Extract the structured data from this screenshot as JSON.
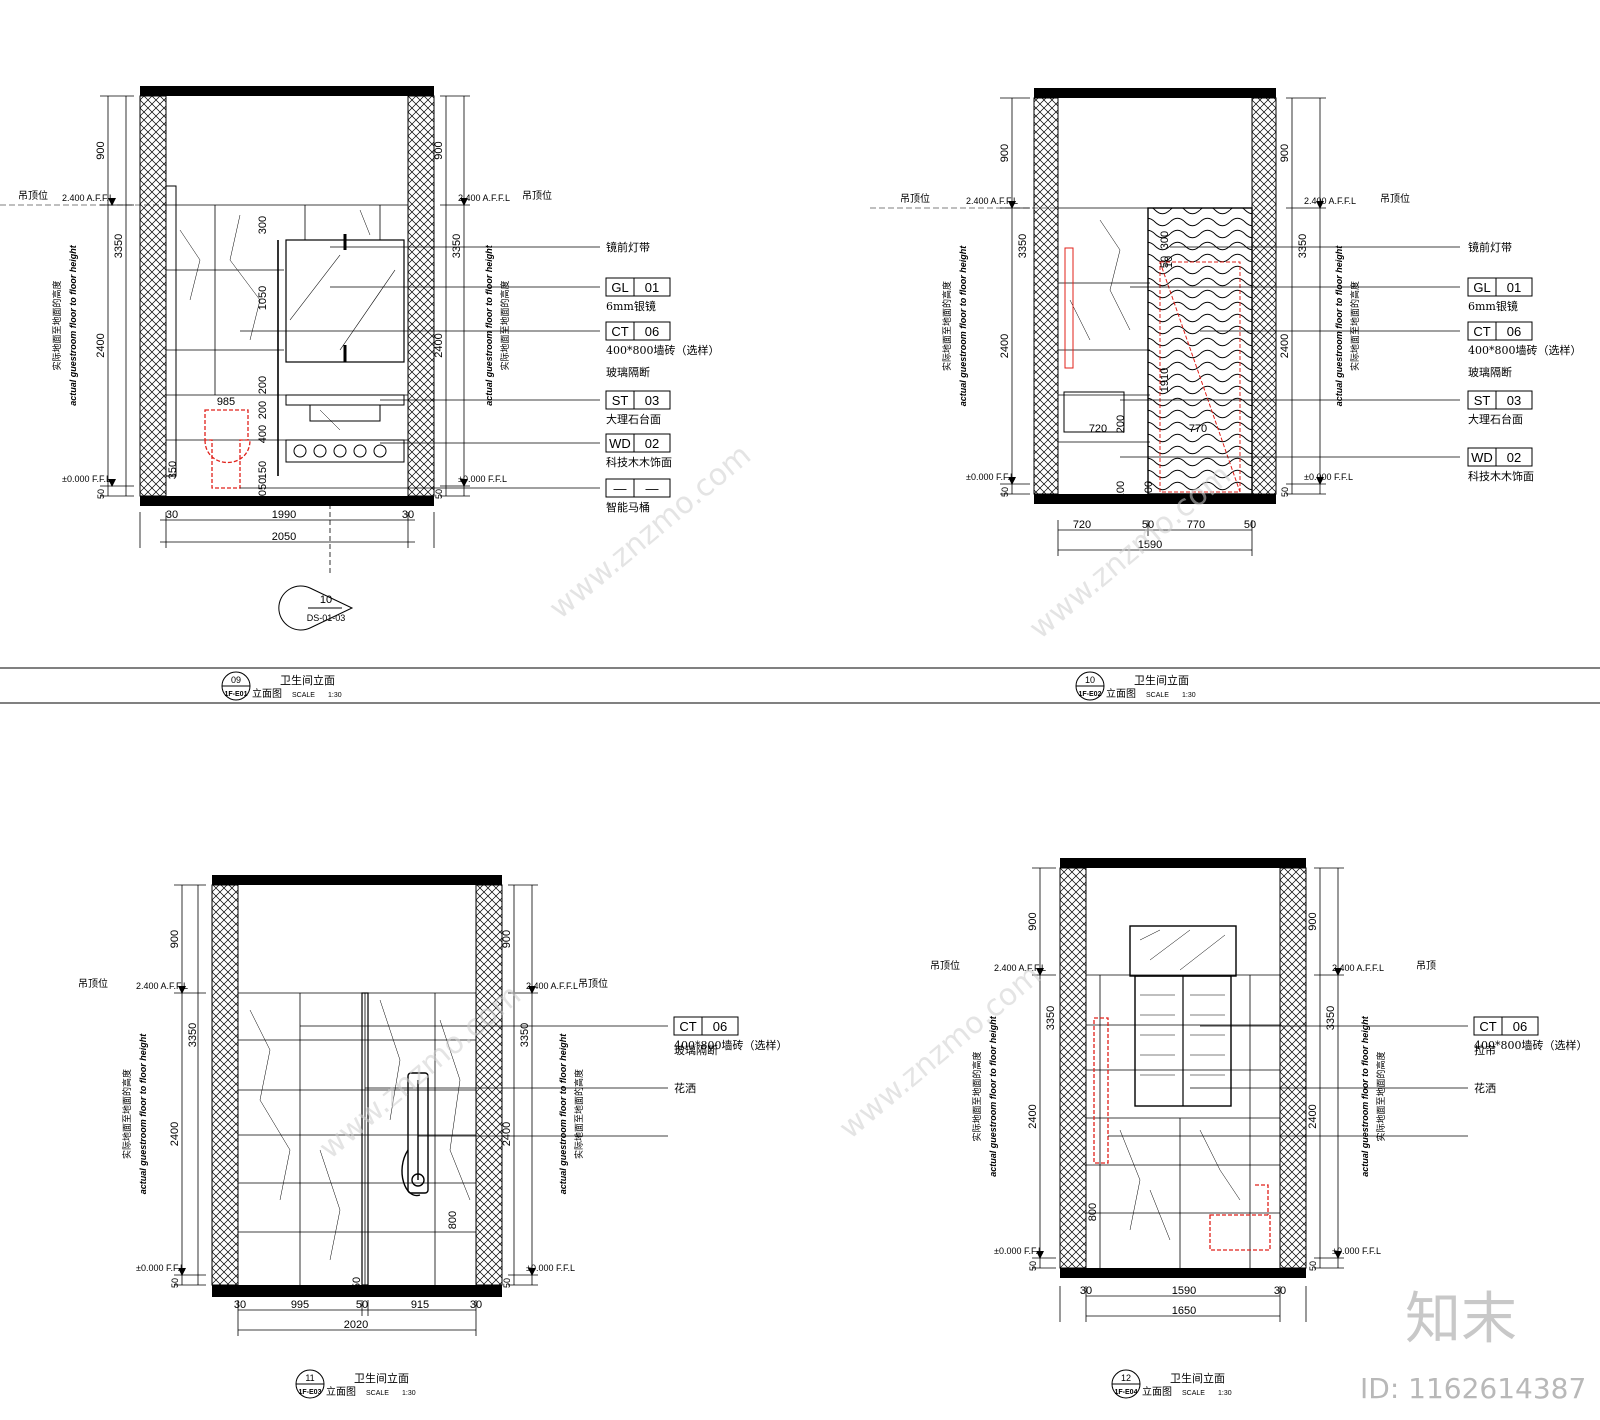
{
  "watermark": {
    "logo": "知末",
    "id_text": "ID: 1162614387",
    "tile_text": "www.znzmo.com"
  },
  "common": {
    "ceiling_level": "2.400 A.F.F.L",
    "floor_level": "±0.000 F.F.L",
    "vertical_label_cn": "实际地面至地面的高度",
    "vertical_label_en": "actual guestroom floor to floor height",
    "view_title": "卫生间立面",
    "view_subtitle": "立面图",
    "scale_label": "SCALE",
    "scale_value": "1:30"
  },
  "views": [
    {
      "number": "09",
      "sheet": "1F-E01",
      "ceiling_note": "吊顶位",
      "dims_left": [
        "900",
        "3350",
        "2400",
        "50"
      ],
      "dims_right": [
        "900",
        "3350",
        "2400",
        "50"
      ],
      "bottom_dims": [
        "30",
        "1990",
        "30",
        "2050"
      ],
      "inner_dims": [
        "985",
        "1050",
        "200",
        "200",
        "400",
        "350",
        "150",
        "2050",
        "300"
      ],
      "callouts": [
        {
          "code": "",
          "num": "",
          "desc": "镜前灯带"
        },
        {
          "code": "GL",
          "num": "01",
          "desc": "6mm银镜"
        },
        {
          "code": "CT",
          "num": "06",
          "desc": "400*800墙砖（选样）"
        },
        {
          "code": "",
          "num": "",
          "desc": "玻璃隔断"
        },
        {
          "code": "ST",
          "num": "03",
          "desc": "大理石台面"
        },
        {
          "code": "WD",
          "num": "02",
          "desc": "科技木木饰面"
        },
        {
          "code": "—",
          "num": "—",
          "desc": "智能马桶"
        }
      ],
      "section_mark": {
        "num": "10",
        "sheet": "DS-01-03"
      }
    },
    {
      "number": "10",
      "sheet": "1F-E02",
      "ceiling_note": "吊顶位",
      "dims_left": [
        "900",
        "3350",
        "2400",
        "50"
      ],
      "dims_right": [
        "900",
        "3350",
        "2400",
        "50"
      ],
      "bottom_dims": [
        "720",
        "50",
        "770",
        "50",
        "1590"
      ],
      "inner_dims": [
        "300",
        "50",
        "10",
        "1910",
        "720",
        "200",
        "770",
        "100",
        "100"
      ],
      "callouts": [
        {
          "code": "",
          "num": "",
          "desc": "镜前灯带"
        },
        {
          "code": "GL",
          "num": "01",
          "desc": "6mm银镜"
        },
        {
          "code": "CT",
          "num": "06",
          "desc": "400*800墙砖（选样）"
        },
        {
          "code": "",
          "num": "",
          "desc": "玻璃隔断"
        },
        {
          "code": "ST",
          "num": "03",
          "desc": "大理石台面"
        },
        {
          "code": "WD",
          "num": "02",
          "desc": "科技木木饰面"
        }
      ]
    },
    {
      "number": "11",
      "sheet": "1F-E03",
      "ceiling_note": "吊顶位",
      "dims_left": [
        "900",
        "3350",
        "2400",
        "50"
      ],
      "dims_right": [
        "900",
        "3350",
        "2400",
        "50"
      ],
      "bottom_dims": [
        "30",
        "995",
        "50",
        "915",
        "30",
        "2020"
      ],
      "inner_dims": [
        "800",
        "50"
      ],
      "callouts": [
        {
          "code": "CT",
          "num": "06",
          "desc": "400*800墙砖（选样）"
        },
        {
          "code": "",
          "num": "",
          "desc": "玻璃隔断"
        },
        {
          "code": "",
          "num": "",
          "desc": "花洒"
        }
      ]
    },
    {
      "number": "12",
      "sheet": "1F-E04",
      "ceiling_note": "吊顶位",
      "ceiling_note_right": "吊顶",
      "dims_left": [
        "900",
        "3350",
        "2400",
        "50"
      ],
      "dims_right": [
        "900",
        "3350",
        "2400",
        "50"
      ],
      "bottom_dims": [
        "30",
        "1590",
        "30",
        "1650"
      ],
      "inner_dims": [
        "800"
      ],
      "callouts": [
        {
          "code": "CT",
          "num": "06",
          "desc": "400*800墙砖（选样）"
        },
        {
          "code": "",
          "num": "",
          "desc": "拉帘"
        },
        {
          "code": "",
          "num": "",
          "desc": "花洒"
        }
      ]
    }
  ]
}
